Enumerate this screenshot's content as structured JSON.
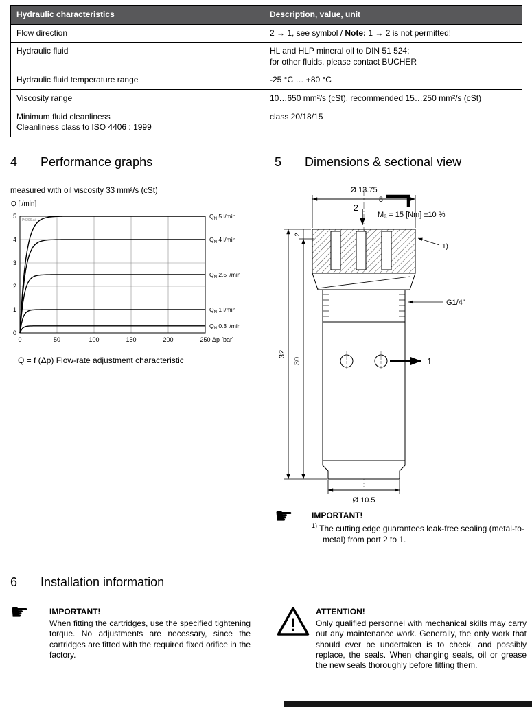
{
  "table": {
    "header": [
      "Hydraulic characteristics",
      "Description, value, unit"
    ],
    "rows": [
      {
        "label": "Flow direction",
        "value_pre": "2 → 1, see symbol / ",
        "value_bold": "Note:",
        "value_post": " 1 → 2 is not permitted!"
      },
      {
        "label": "Hydraulic fluid",
        "value_lines": [
          "HL and HLP mineral oil to DIN 51 524;",
          "for other fluids, please contact BUCHER"
        ]
      },
      {
        "label": "Hydraulic fluid temperature range",
        "value": "-25 °C … +80 °C"
      },
      {
        "label": "Viscosity range",
        "value": "10…650 mm²/s (cSt), recommended 15…250 mm²/s (cSt)"
      },
      {
        "label_lines": [
          "Minimum fluid cleanliness",
          "Cleanliness class to ISO 4406 : 1999"
        ],
        "value": "class 20/18/15"
      }
    ]
  },
  "sections": {
    "s4": {
      "num": "4",
      "title": "Performance graphs"
    },
    "s5": {
      "num": "5",
      "title": "Dimensions & sectional view"
    },
    "s6": {
      "num": "6",
      "title": "Installation information"
    }
  },
  "chart_data": {
    "type": "line",
    "subtitle": "measured with oil viscosity 33 mm²/s (cSt)",
    "ylabel": "Q [l/min]",
    "xlabel": "Δp [bar]",
    "watermark": "P0296.ai",
    "caption": "Q = f (Δp) Flow-rate adjustment characteristic",
    "xlim": [
      0,
      250
    ],
    "ylim": [
      0,
      5
    ],
    "x_ticks": [
      0,
      50,
      100,
      150,
      200,
      250
    ],
    "y_ticks": [
      0,
      1,
      2,
      3,
      4,
      5
    ],
    "grid": true,
    "legend_position": "right-of-curves",
    "x": [
      0,
      10,
      20,
      50,
      100,
      150,
      200,
      250
    ],
    "series": [
      {
        "label_main": "Q",
        "label_sub": "N",
        "label_rest": " 5 l/min",
        "value": 5,
        "values": [
          0,
          3.6,
          4.6,
          5,
          5,
          5,
          5,
          5
        ]
      },
      {
        "label_main": "Q",
        "label_sub": "N",
        "label_rest": " 4 l/min",
        "value": 4,
        "values": [
          0,
          3.0,
          3.8,
          4,
          4,
          4,
          4,
          4
        ]
      },
      {
        "label_main": "Q",
        "label_sub": "N",
        "label_rest": " 2.5 l/min",
        "value": 2.5,
        "values": [
          0,
          2.1,
          2.4,
          2.5,
          2.5,
          2.5,
          2.5,
          2.5
        ]
      },
      {
        "label_main": "Q",
        "label_sub": "N",
        "label_rest": " 1 l/min",
        "value": 1,
        "values": [
          0,
          0.9,
          0.98,
          1,
          1,
          1,
          1,
          1
        ]
      },
      {
        "label_main": "Q",
        "label_sub": "N",
        "label_rest": " 0.3 l/min",
        "value": 0.3,
        "values": [
          0,
          0.28,
          0.3,
          0.3,
          0.3,
          0.3,
          0.3,
          0.3
        ]
      }
    ]
  },
  "drawing": {
    "dim_diameter_top": "Ø 13.75",
    "port_top": "2",
    "hex_size": "8",
    "torque": "Mₐ = 15 [Nm] ±10 %",
    "footnote_ref": "1)",
    "thread": "G1/4\"",
    "len_outer": "32",
    "len_inner": "30",
    "len_small": "2",
    "port_side": "1",
    "dim_diameter_bottom": "Ø 10.5"
  },
  "drawing_note": {
    "title": "IMPORTANT!",
    "ref": "1)",
    "text": "The cutting edge guarantees leak-free sealing (metal-to-metal) from port 2 to 1."
  },
  "install_notes": {
    "left": {
      "title": "IMPORTANT!",
      "text": "When fitting the cartridges, use the specified tightening torque. No adjustments are necessary, since the cartridges are fitted with the required fixed orifice in the factory."
    },
    "right": {
      "title": "ATTENTION!",
      "text": "Only qualified personnel with mechanical skills may carry out any maintenance work. Generally, the only work that should ever be undertaken is to check, and possibly replace, the seals. When changing seals, oil or grease the new seals thoroughly before fitting them."
    }
  },
  "colors": {
    "table_header_bg": "#58585a",
    "footer_bar": "#161616"
  }
}
